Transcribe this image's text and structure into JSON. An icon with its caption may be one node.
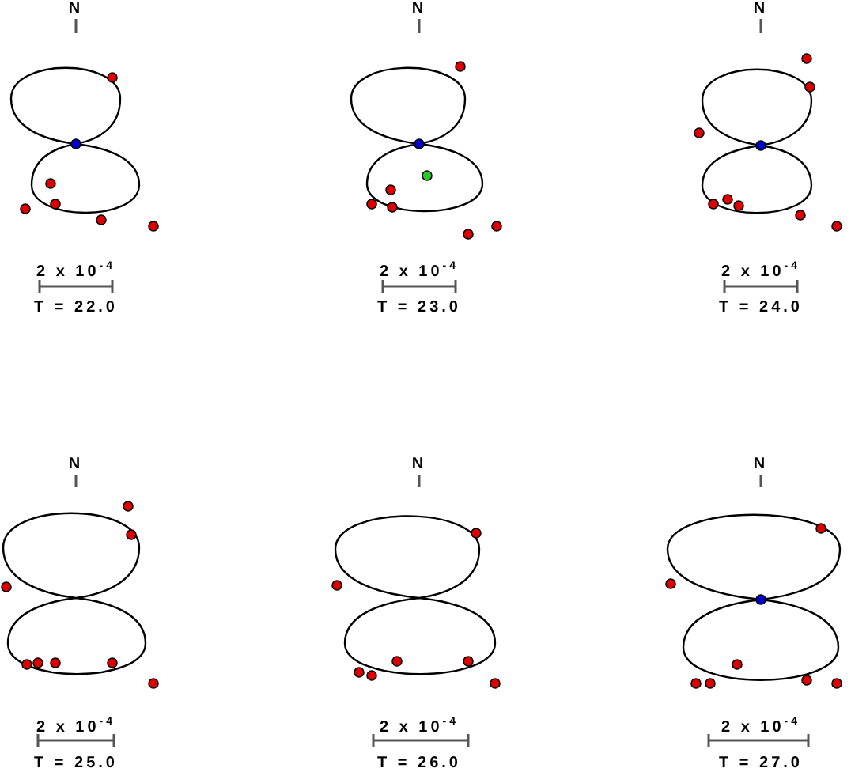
{
  "diagram": {
    "labels": [
      "N",
      "N",
      "N",
      "2 x 10$^{-4}$",
      "2 x 10$^{-4}$",
      "2 x 10$^{-4}$",
      "T = 22.0",
      "T = 23.0",
      "T = 24.0",
      "N",
      "N",
      "N",
      "2 x 10$^{-4}$",
      "2 x 10$^{-4}$",
      "2 x 10$^{-4}$",
      "T = 25.0",
      "T = 26.0",
      "T = 27.0"
    ]
  }
}
